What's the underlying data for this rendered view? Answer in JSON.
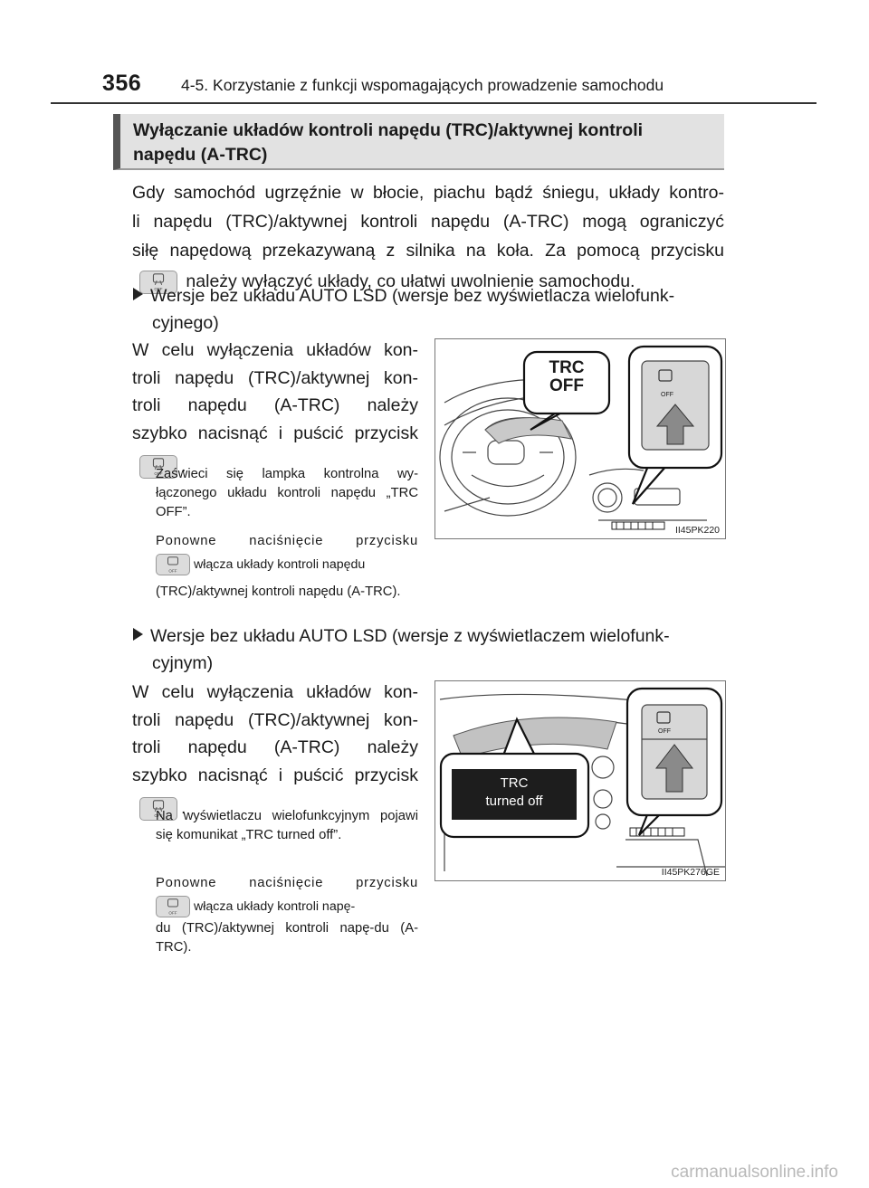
{
  "header": {
    "page_number": "356",
    "title": "4-5. Korzystanie z funkcji wspomagających prowadzenie samochodu"
  },
  "section": {
    "heading_line1": "Wyłączanie układów kontroli napędu (TRC)/aktywnej kontroli",
    "heading_line2": "napędu (A-TRC)"
  },
  "intro": {
    "line1": "Gdy samochód ugrzęźnie w błocie, piachu bądź śniegu, układy kontro-",
    "line2": "li napędu (TRC)/aktywnej kontroli napędu (A-TRC) mogą ograniczyć",
    "line3": "siłę napędową przekazywaną z silnika na koła. Za pomocą przycisku",
    "line4": "należy wyłączyć układy, co ułatwi uwolnienie samochodu."
  },
  "variant1": {
    "bullet": "Wersje bez układu AUTO LSD (wersje bez wyświetlacza wielofunk-",
    "bullet_cont": "cyjnego)",
    "body_line1": "W celu wyłączenia układów kon-",
    "body_line2": "troli napędu (TRC)/aktywnej kon-",
    "body_line3": "troli napędu (A-TRC) należy",
    "body_line4": "szybko nacisnąć i puścić przycisk",
    "body_end": ".",
    "note1": "Zaświeci się lampka kontrolna wy-łączonego układu kontroli napędu „TRC OFF”.",
    "note2_a": "Ponowne naciśnięcie przycisku",
    "note2_b": "włącza układy kontroli napędu",
    "note2_c": "(TRC)/aktywnej kontroli napędu (A-TRC).",
    "figure": {
      "callout_line1": "TRC",
      "callout_line2": "OFF",
      "button_text": "OFF",
      "code": "II45PK220"
    }
  },
  "variant2": {
    "bullet": "Wersje bez układu AUTO LSD (wersje z wyświetlaczem wielofunk-",
    "bullet_cont": "cyjnym)",
    "body_line1": "W celu wyłączenia układów kon-",
    "body_line2": "troli napędu (TRC)/aktywnej kon-",
    "body_line3": "troli napędu (A-TRC) należy",
    "body_line4": "szybko nacisnąć i puścić przycisk",
    "body_end": ".",
    "note1": "Na wyświetlaczu wielofunkcyjnym pojawi się komunikat „TRC turned off”.",
    "note2_a": "Ponowne naciśnięcie przycisku",
    "note2_b": "włącza układy kontroli napę-",
    "note2_c": "du (TRC)/aktywnej kontroli napę-du (A-TRC).",
    "figure": {
      "display_line1": "TRC",
      "display_line2": "turned off",
      "button_text": "OFF",
      "code": "II45PK276GE"
    }
  },
  "icons": {
    "trc_button": "trc-off-button-icon"
  },
  "watermark": "carmanualsonline.info"
}
